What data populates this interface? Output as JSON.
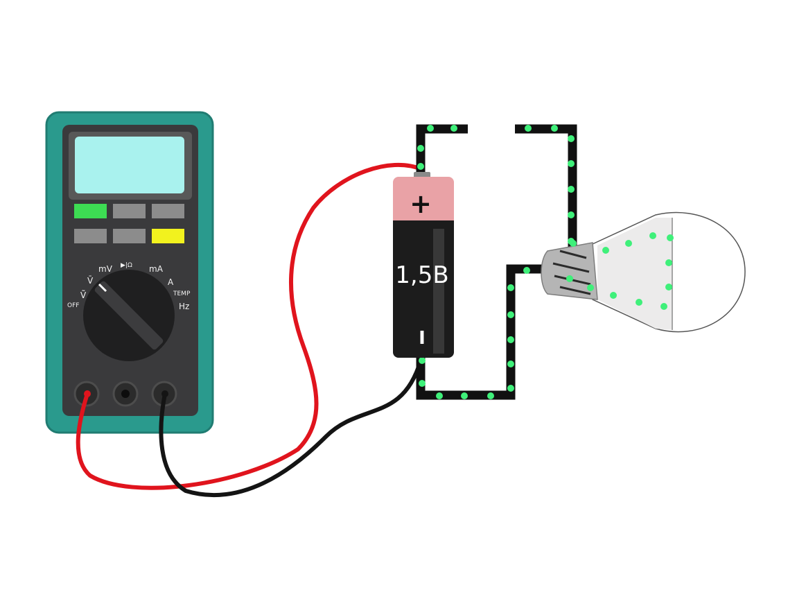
{
  "multimeter": {
    "dial_labels": {
      "mv": "mV",
      "diode_ohm": "▶|Ω",
      "ma": "mA",
      "v_dc": "V̄",
      "v_ac": "Ṽ",
      "a": "A",
      "temp": "TEMP",
      "off": "OFF",
      "hz": "Hz"
    },
    "colors": {
      "body": "#2a9a8d",
      "panel": "#3a3a3c",
      "display": "#a9f2ee",
      "button_green": "#3ddc53",
      "button_gray": "#8c8c8c",
      "button_yellow": "#f2f21e"
    }
  },
  "battery": {
    "plus": "+",
    "voltage": "1,5В",
    "minus": "I",
    "colors": {
      "top": "#e9a2a6",
      "body": "#1c1c1c"
    }
  },
  "wires": {
    "probe_red": "#e0141d",
    "probe_black": "#141414",
    "circuit": "#111111",
    "electron_dots": "#3ff07a"
  },
  "bulb": {
    "glass": "#ffffff",
    "lit_area": "#ecebeb",
    "base": "#b5b5b5"
  }
}
